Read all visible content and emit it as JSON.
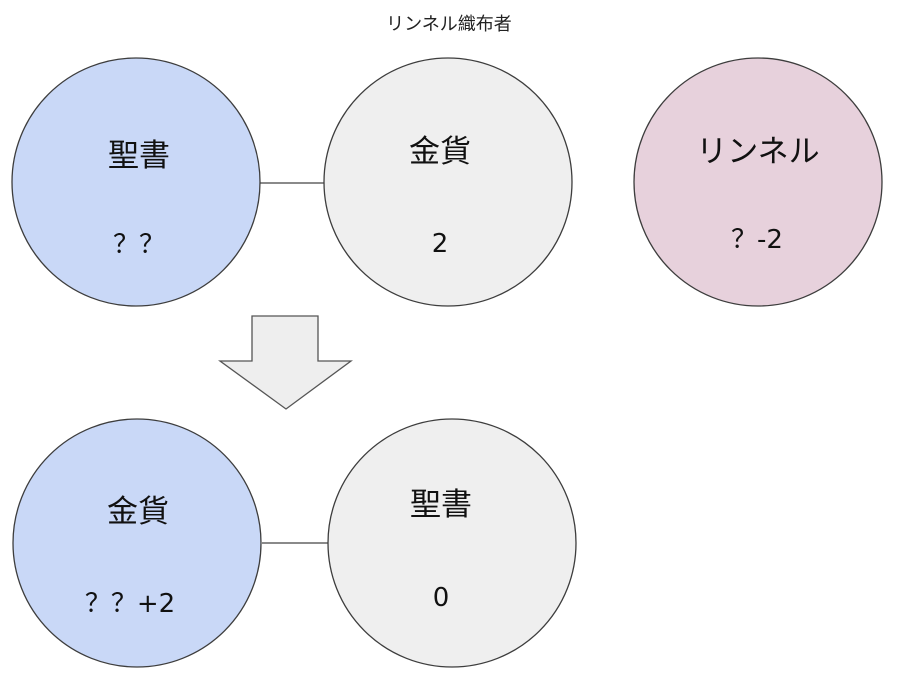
{
  "title": "リンネル織布者",
  "colors": {
    "blue": "#c9d8f7",
    "gray": "#efefef",
    "pink": "#e7d1dc"
  },
  "nodes": {
    "top_left": {
      "name": "聖書",
      "value": "？？",
      "color": "blue"
    },
    "top_middle": {
      "name": "金貨",
      "value": "2",
      "color": "gray"
    },
    "top_right": {
      "name": "リンネル",
      "value": "？-2",
      "color": "pink"
    },
    "bottom_left": {
      "name": "金貨",
      "value": "？？+2",
      "color": "blue"
    },
    "bottom_middle": {
      "name": "聖書",
      "value": "0",
      "color": "gray"
    }
  }
}
